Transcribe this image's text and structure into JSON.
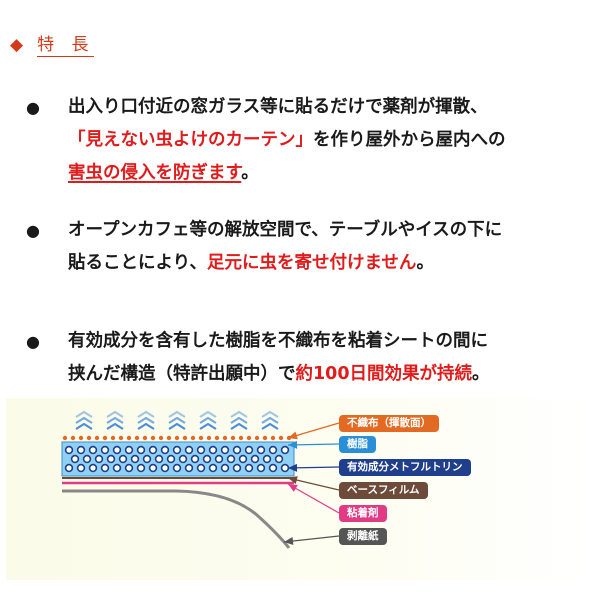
{
  "header": {
    "icon": "diamond-icon",
    "bullet_mark": "◆",
    "title": "特 長"
  },
  "features": [
    {
      "bullet": "●",
      "line1": "出入り口付近の窓ガラス等に貼るだけで薬剤が揮散、",
      "line2_red": "「見えない虫よけのカーテン」",
      "line2_rest": "を作り屋外から屋内への",
      "line3_red": "害虫の侵入を防ぎます",
      "line3_rest": "。"
    },
    {
      "bullet": "●",
      "line1": "オープンカフェ等の解放空間で、テーブルやイスの下に",
      "line2_lead": "貼ることにより、",
      "line2_red": "足元に虫を寄せ付けません",
      "line2_rest": "。"
    },
    {
      "bullet": "●",
      "line1": "有効成分を含有した樹脂を不織布を粘着シートの間に",
      "line2_lead": "挟んだ構造（特許出願中）で",
      "line2_red": "約100日間効果が持続",
      "line2_rest": "。"
    }
  ],
  "diagram": {
    "colors": {
      "nonwoven": "#e36a22",
      "resin": "#2b8fd6",
      "active": "#1f3f8c",
      "base_film": "#6e4a3a",
      "adhesive": "#e23b86",
      "release": "#555555",
      "vapor": "#4a8fd8"
    },
    "labels": {
      "nonwoven": "不織布（揮散面）",
      "resin": "樹脂",
      "active": "有効成分メトフルトリン",
      "base_film": "ベースフィルム",
      "adhesive": "粘着剤",
      "release": "剥離紙"
    }
  }
}
